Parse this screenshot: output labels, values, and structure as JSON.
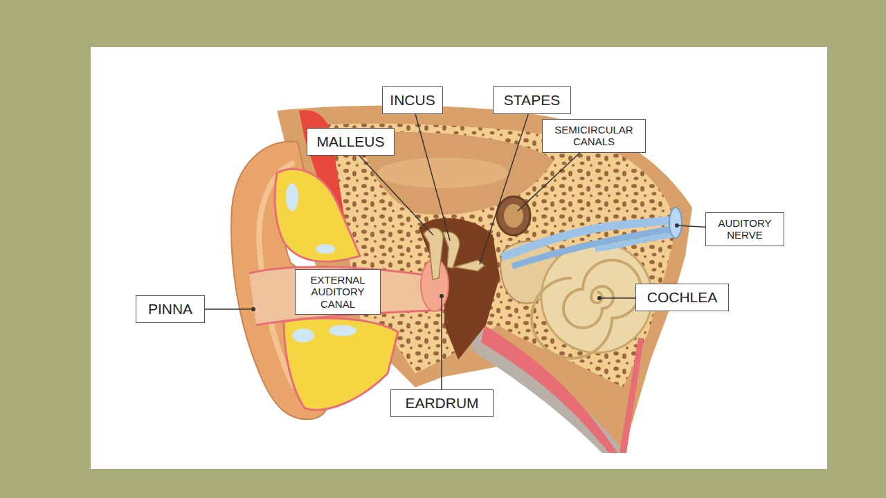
{
  "diagram": {
    "nodes": [
      {
        "text": [
          "INCUS"
        ]
      },
      {
        "text": [
          "STAPES"
        ]
      },
      {
        "text": [
          "SEMICIRCULAR CANALS"
        ]
      },
      {
        "text": [
          "MALLEUS"
        ]
      },
      {
        "text": [
          "AUDITORY NERVE"
        ]
      },
      {
        "text": [
          "EXTERNAL AUDITORY CANAL"
        ]
      },
      {
        "text": [
          "COCHLEA"
        ]
      },
      {
        "text": [
          "PINNA"
        ]
      },
      {
        "text": [
          "EARDRUM"
        ]
      }
    ]
  }
}
